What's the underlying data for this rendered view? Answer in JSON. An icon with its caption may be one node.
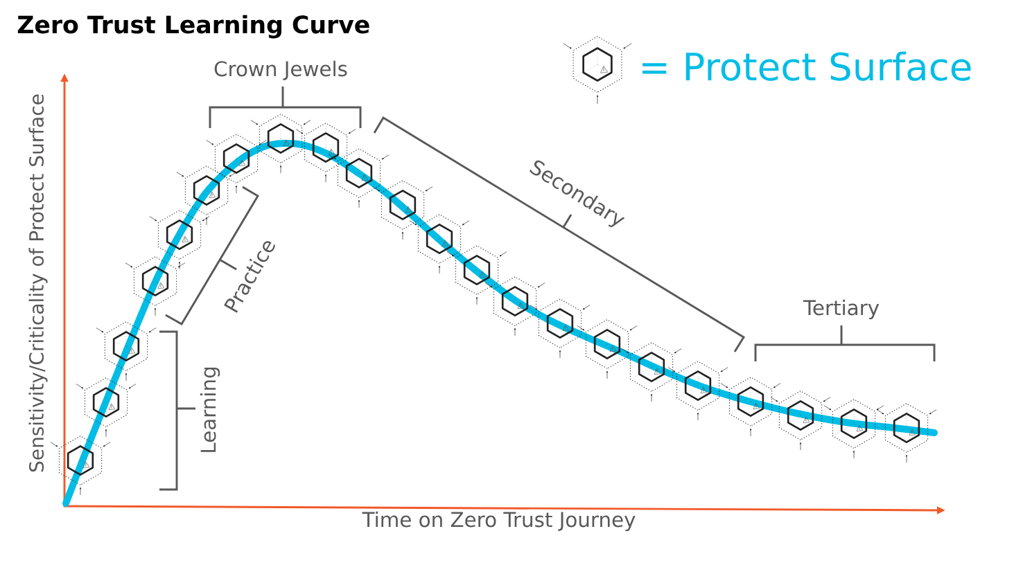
{
  "diagram": {
    "title": "Zero Trust Learning Curve",
    "labels": [
      "Crown Jewels",
      "Secondary",
      "Practice",
      "Tertiary",
      "Learning",
      "Sensitivity/Criticality of Protect Surface",
      "Time on Zero Trust Journey"
    ],
    "legend": [
      {
        "text": "= Protect Surface"
      }
    ]
  }
}
